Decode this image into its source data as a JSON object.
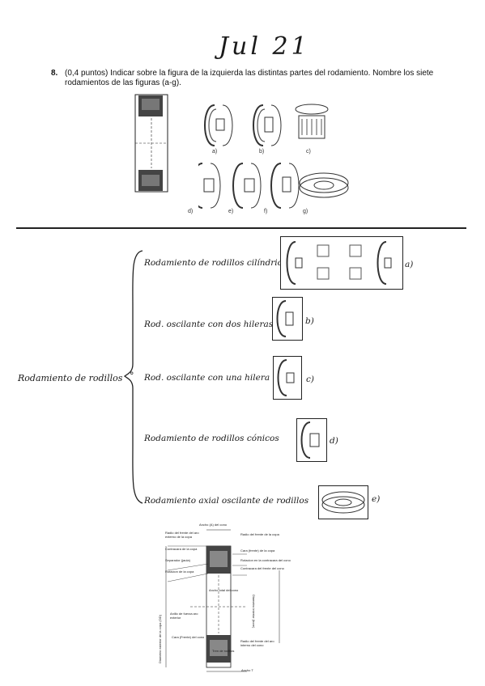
{
  "header": {
    "handwritten_title": "Jul 21"
  },
  "question": {
    "number": "8.",
    "text": "(0,4 puntos) Indicar sobre la figura de la izquierda las distintas partes del rodamiento. Nombre los siete rodamientos de las figuras (a-g)."
  },
  "figure_captions": [
    "a)",
    "b)",
    "c)",
    "d)",
    "e)",
    "f)",
    "g)"
  ],
  "answer": {
    "root_label": "Rodamiento de rodillos",
    "items": [
      {
        "label": "Rodamiento de rodillos cilíndricos",
        "letter": "a)"
      },
      {
        "label": "Rod. oscilante con dos hileras",
        "letter": "b)"
      },
      {
        "label": "Rod. oscilante con una hilera",
        "letter": "c)"
      },
      {
        "label": "Rodamiento de rodillos cónicos",
        "letter": "d)"
      },
      {
        "label": "Rodamiento axial oscilante de rodillos",
        "letter": "e)"
      }
    ]
  },
  "diagram_labels": {
    "top_center": "Ancho (A) del cono",
    "left": [
      "Radio del frente del aro externo de la copa",
      "Contracara de la copa",
      "Separador (jaula)",
      "Rotacion de la copa",
      "Diametro exterior de la copa (OD)",
      "Anillo de fuerza aro exterior",
      "Cara (Frente) del cono"
    ],
    "right": [
      "Radio del frente de la copa",
      "Cara (frente) de la copa",
      "Rotacion en la contracara del cono",
      "Contracara del frente del cono",
      "Diametro interior (bore)",
      "Radio del frente del aro interno del cono"
    ],
    "center": "Ancho total del cono",
    "bottom": "Ancho T",
    "hub_text": "Tren de rodillos"
  }
}
